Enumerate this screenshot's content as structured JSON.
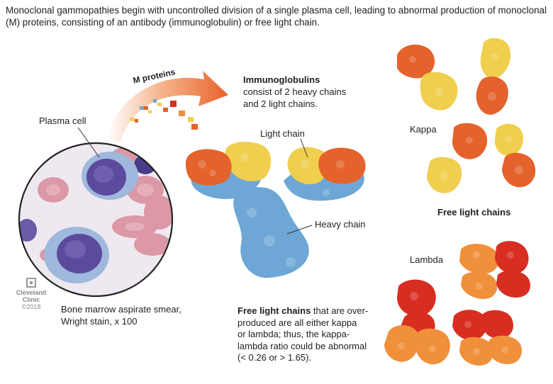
{
  "intro": "Monoclonal gammopathies begin with uncontrolled division of a single plasma cell, leading to abnormal production of monoclonal (M) proteins, consisting of an antibody (immunoglobulin) or free light chain.",
  "labels": {
    "m_proteins": "M proteins",
    "plasma_cell": "Plasma cell",
    "immunoglobulins_title": "Immunoglobulins",
    "immunoglobulins_desc_1": "consist of 2 heavy chains",
    "immunoglobulins_desc_2": "and 2 light chains.",
    "light_chain": "Light chain",
    "heavy_chain": "Heavy chain",
    "kappa": "Kappa",
    "lambda": "Lambda",
    "free_light_chains_title": "Free light chains",
    "smear_1": "Bone marrow aspirate smear,",
    "smear_2": "Wright stain, x 100",
    "flc_bold": "Free light chains",
    "flc_rest_1": " that are over-",
    "flc_rest_2": "produced are all either kappa",
    "flc_rest_3": "or lambda; thus, the kappa-",
    "flc_rest_4": "lambda ratio could be abnormal",
    "flc_rest_5": "(< 0.26 or > 1.65)."
  },
  "logo": {
    "line1": "Cleveland",
    "line2": "Clinic",
    "line3": "©2018"
  },
  "colors": {
    "heavy_chain": "#6ea7d6",
    "light_chain": "#f0cf4e",
    "kappa_orange": "#e4622b",
    "lambda_red": "#d82e22",
    "lambda_orange": "#f0903a",
    "arrow": "#e8622a",
    "nucleus": "#5b4a9e"
  }
}
